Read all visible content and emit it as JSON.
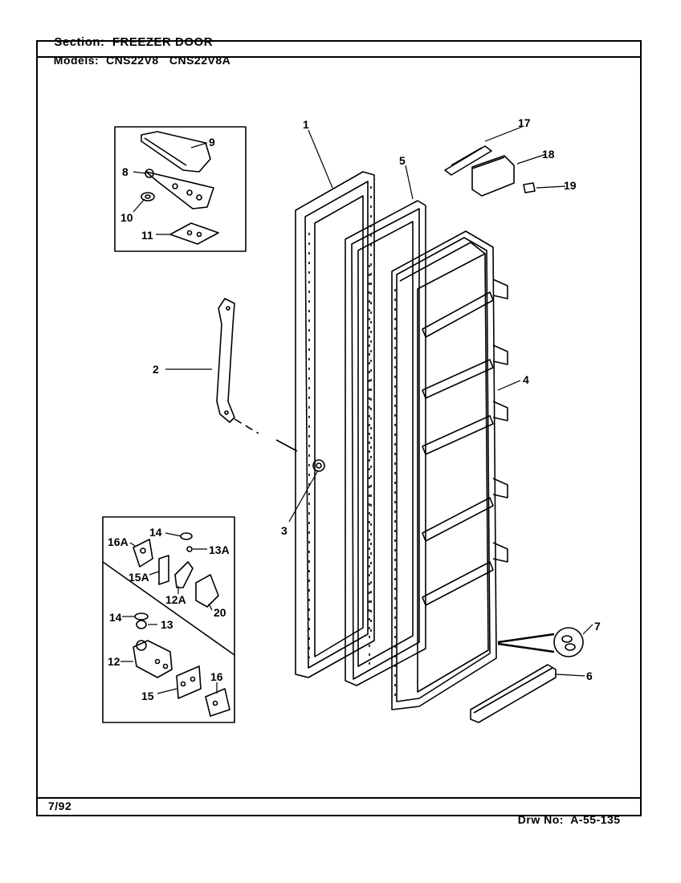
{
  "header": {
    "section_label": "Section:",
    "section_value": "FREEZER DOOR",
    "models_label": "Models:",
    "models_value": "CNS22V8   CNS22V8A"
  },
  "footer": {
    "date": "7/92",
    "drawing_label": "Drw No:",
    "drawing_number": "A-55-135"
  },
  "callouts": {
    "c1": "1",
    "c2": "2",
    "c3": "3",
    "c4": "4",
    "c5": "5",
    "c6": "6",
    "c7": "7",
    "c8": "8",
    "c9": "9",
    "c10": "10",
    "c11": "11",
    "c12": "12",
    "c12a": "12A",
    "c13": "13",
    "c13a": "13A",
    "c14a": "14",
    "c14b": "14",
    "c15": "15",
    "c15a": "15A",
    "c16": "16",
    "c16a": "16A",
    "c17": "17",
    "c18": "18",
    "c19": "19",
    "c20": "20"
  }
}
